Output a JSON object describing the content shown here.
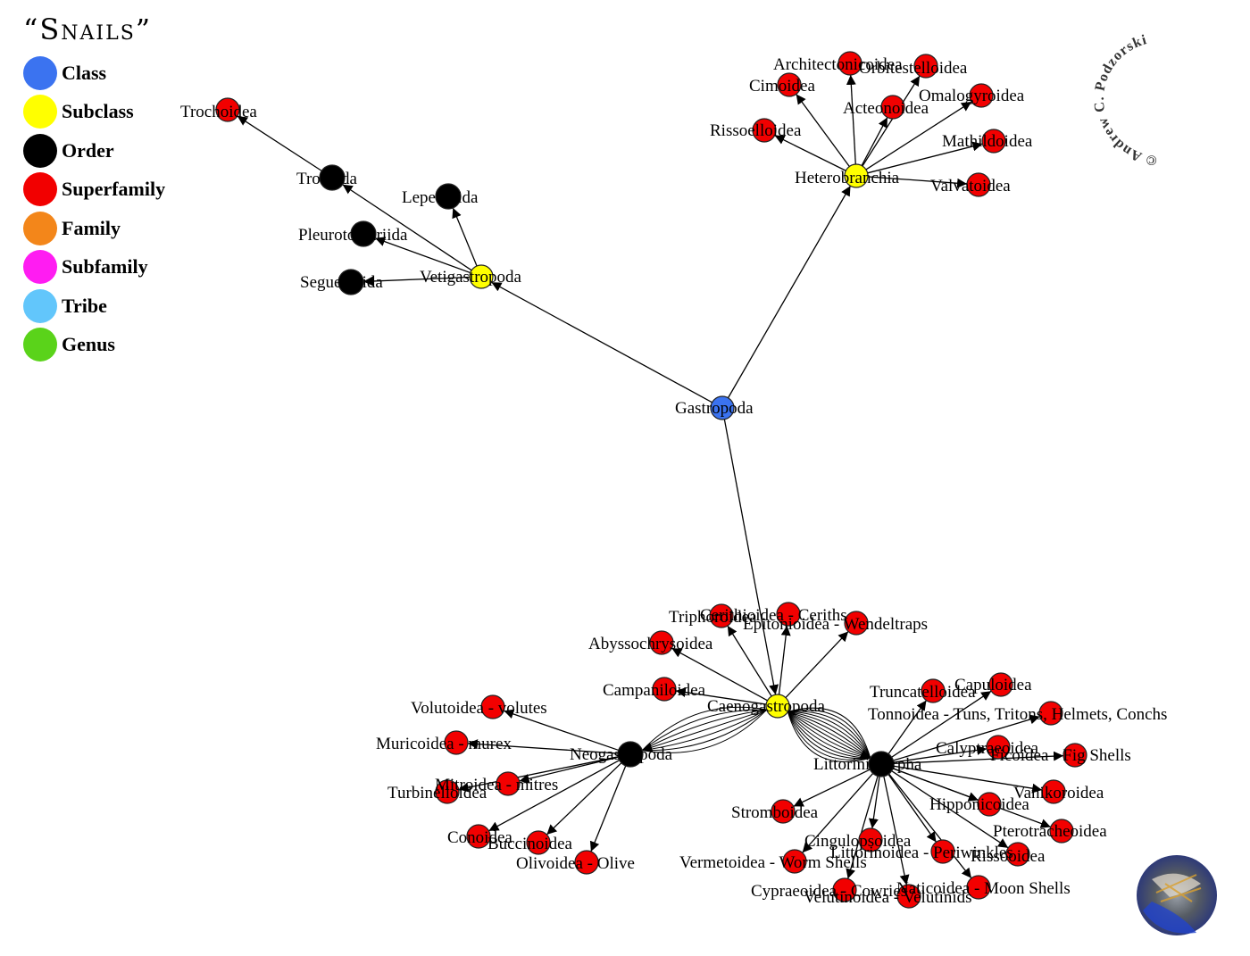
{
  "title": "“Snails”",
  "legend": [
    {
      "label": "Class",
      "color": "#3b73f0"
    },
    {
      "label": "Subclass",
      "color": "#ffff00"
    },
    {
      "label": "Order",
      "color": "#000000"
    },
    {
      "label": "Superfamily",
      "color": "#f20000"
    },
    {
      "label": "Family",
      "color": "#f3861a"
    },
    {
      "label": "Subfamily",
      "color": "#ff1cf2"
    },
    {
      "label": "Tribe",
      "color": "#62c6fb"
    },
    {
      "label": "Genus",
      "color": "#5ad31a"
    }
  ],
  "copyright": "© Andrew C. Podzorski",
  "nodes": [
    {
      "id": "gastropoda",
      "label": "Gastropoda",
      "rank": "Class"
    },
    {
      "id": "vetigastropoda",
      "label": "Vetigastropoda",
      "rank": "Subclass"
    },
    {
      "id": "heterobranchia",
      "label": "Heterobranchia",
      "rank": "Subclass"
    },
    {
      "id": "caenogastropoda",
      "label": "Caenogastropoda",
      "rank": "Subclass"
    },
    {
      "id": "trochida",
      "label": "Trochida",
      "rank": "Order"
    },
    {
      "id": "lepetellida",
      "label": "Lepetellida",
      "rank": "Order"
    },
    {
      "id": "pleurotomariida",
      "label": "Pleurotomariida",
      "rank": "Order"
    },
    {
      "id": "seguenziida",
      "label": "Seguenziida",
      "rank": "Order"
    },
    {
      "id": "neogastropoda",
      "label": "Neogastropoda",
      "rank": "Order"
    },
    {
      "id": "littorinimorpha",
      "label": "Littorinimorpha",
      "rank": "Order"
    },
    {
      "id": "trochoidea",
      "label": "Trochoidea",
      "rank": "Superfamily"
    },
    {
      "id": "architectonicoidea",
      "label": "Architectonicoidea",
      "rank": "Superfamily"
    },
    {
      "id": "orbitestelloidea",
      "label": "Orbitestelloidea",
      "rank": "Superfamily"
    },
    {
      "id": "cimoidea",
      "label": "Cimoidea",
      "rank": "Superfamily"
    },
    {
      "id": "acteonoidea",
      "label": "Acteonoidea",
      "rank": "Superfamily"
    },
    {
      "id": "omalogyroidea",
      "label": "Omalogyroidea",
      "rank": "Superfamily"
    },
    {
      "id": "rissoelloidea",
      "label": "Rissoelloidea",
      "rank": "Superfamily"
    },
    {
      "id": "mathildoidea",
      "label": "Mathildoidea",
      "rank": "Superfamily"
    },
    {
      "id": "valvatoidea",
      "label": "Valvatoidea",
      "rank": "Superfamily"
    },
    {
      "id": "triphoroidea",
      "label": "Triphoroidea",
      "rank": "Superfamily"
    },
    {
      "id": "cerithioidea",
      "label": "Cerithioidea - Ceriths",
      "rank": "Superfamily"
    },
    {
      "id": "epitonioidea",
      "label": "Epitonioidea - Wendeltraps",
      "rank": "Superfamily"
    },
    {
      "id": "abyssochrysoidea",
      "label": "Abyssochrysoidea",
      "rank": "Superfamily"
    },
    {
      "id": "campaniloidea",
      "label": "Campaniloidea",
      "rank": "Superfamily"
    },
    {
      "id": "volutoidea",
      "label": "Volutoidea - volutes",
      "rank": "Superfamily"
    },
    {
      "id": "muricoidea",
      "label": "Muricoidea - murex",
      "rank": "Superfamily"
    },
    {
      "id": "mitroidea",
      "label": "Mitroidea - mitres",
      "rank": "Superfamily"
    },
    {
      "id": "turbinelloidea",
      "label": "Turbinelloidea",
      "rank": "Superfamily"
    },
    {
      "id": "conoidea",
      "label": "Conoidea",
      "rank": "Superfamily"
    },
    {
      "id": "buccinoidea",
      "label": "Buccinoidea",
      "rank": "Superfamily"
    },
    {
      "id": "olivoidea",
      "label": "Olivoidea - Olive",
      "rank": "Superfamily"
    },
    {
      "id": "truncatelloidea",
      "label": "Truncatelloidea",
      "rank": "Superfamily"
    },
    {
      "id": "capuloidea",
      "label": "Capuloidea",
      "rank": "Superfamily"
    },
    {
      "id": "tonnoidea",
      "label": "Tonnoidea - Tuns, Tritons, Helmets, Conchs",
      "rank": "Superfamily"
    },
    {
      "id": "calyptraeoidea",
      "label": "Calyptraeoidea",
      "rank": "Superfamily"
    },
    {
      "id": "ficoidea",
      "label": "Ficoidea - Fig Shells",
      "rank": "Superfamily"
    },
    {
      "id": "vanikoroidea",
      "label": "Vanikoroidea",
      "rank": "Superfamily"
    },
    {
      "id": "hipponicoidea",
      "label": "Hipponicoidea",
      "rank": "Superfamily"
    },
    {
      "id": "pterotracheoidea",
      "label": "Pterotracheoidea",
      "rank": "Superfamily"
    },
    {
      "id": "stromboidea",
      "label": "Stromboidea",
      "rank": "Superfamily"
    },
    {
      "id": "cingulopsoidea",
      "label": "Cingulopsoidea",
      "rank": "Superfamily"
    },
    {
      "id": "littorinoidea",
      "label": "Littorinoidea - Periwinkles",
      "rank": "Superfamily"
    },
    {
      "id": "rissooidea",
      "label": "Rissooidea",
      "rank": "Superfamily"
    },
    {
      "id": "vermetoidea",
      "label": "Vermetoidea - Worm Shells",
      "rank": "Superfamily"
    },
    {
      "id": "cypraeoidea",
      "label": "Cypraeoidea - Cowries",
      "rank": "Superfamily"
    },
    {
      "id": "velutinoidea",
      "label": "Velutinoidea - Velutinids",
      "rank": "Superfamily"
    },
    {
      "id": "naticoidea",
      "label": "Naticoidea - Moon Shells",
      "rank": "Superfamily"
    }
  ],
  "edges": [
    [
      "gastropoda",
      "vetigastropoda"
    ],
    [
      "gastropoda",
      "heterobranchia"
    ],
    [
      "gastropoda",
      "caenogastropoda"
    ],
    [
      "vetigastropoda",
      "trochida"
    ],
    [
      "vetigastropoda",
      "lepetellida"
    ],
    [
      "vetigastropoda",
      "pleurotomariida"
    ],
    [
      "vetigastropoda",
      "seguenziida"
    ],
    [
      "trochida",
      "trochoidea"
    ],
    [
      "heterobranchia",
      "architectonicoidea"
    ],
    [
      "heterobranchia",
      "orbitestelloidea"
    ],
    [
      "heterobranchia",
      "cimoidea"
    ],
    [
      "heterobranchia",
      "acteonoidea"
    ],
    [
      "heterobranchia",
      "omalogyroidea"
    ],
    [
      "heterobranchia",
      "rissoelloidea"
    ],
    [
      "heterobranchia",
      "mathildoidea"
    ],
    [
      "heterobranchia",
      "valvatoidea"
    ],
    [
      "caenogastropoda",
      "triphoroidea"
    ],
    [
      "caenogastropoda",
      "cerithioidea"
    ],
    [
      "caenogastropoda",
      "epitonioidea"
    ],
    [
      "caenogastropoda",
      "abyssochrysoidea"
    ],
    [
      "caenogastropoda",
      "campaniloidea"
    ],
    [
      "caenogastropoda",
      "neogastropoda"
    ],
    [
      "caenogastropoda",
      "littorinimorpha"
    ],
    [
      "neogastropoda",
      "volutoidea"
    ],
    [
      "neogastropoda",
      "muricoidea"
    ],
    [
      "neogastropoda",
      "mitroidea"
    ],
    [
      "neogastropoda",
      "turbinelloidea"
    ],
    [
      "neogastropoda",
      "conoidea"
    ],
    [
      "neogastropoda",
      "buccinoidea"
    ],
    [
      "neogastropoda",
      "olivoidea"
    ],
    [
      "littorinimorpha",
      "truncatelloidea"
    ],
    [
      "littorinimorpha",
      "capuloidea"
    ],
    [
      "littorinimorpha",
      "tonnoidea"
    ],
    [
      "littorinimorpha",
      "calyptraeoidea"
    ],
    [
      "littorinimorpha",
      "ficoidea"
    ],
    [
      "littorinimorpha",
      "vanikoroidea"
    ],
    [
      "littorinimorpha",
      "hipponicoidea"
    ],
    [
      "littorinimorpha",
      "pterotracheoidea"
    ],
    [
      "littorinimorpha",
      "stromboidea"
    ],
    [
      "littorinimorpha",
      "cingulopsoidea"
    ],
    [
      "littorinimorpha",
      "littorinoidea"
    ],
    [
      "littorinimorpha",
      "rissooidea"
    ],
    [
      "littorinimorpha",
      "vermetoidea"
    ],
    [
      "littorinimorpha",
      "cypraeoidea"
    ],
    [
      "littorinimorpha",
      "velutinoidea"
    ],
    [
      "littorinimorpha",
      "naticoidea"
    ]
  ]
}
